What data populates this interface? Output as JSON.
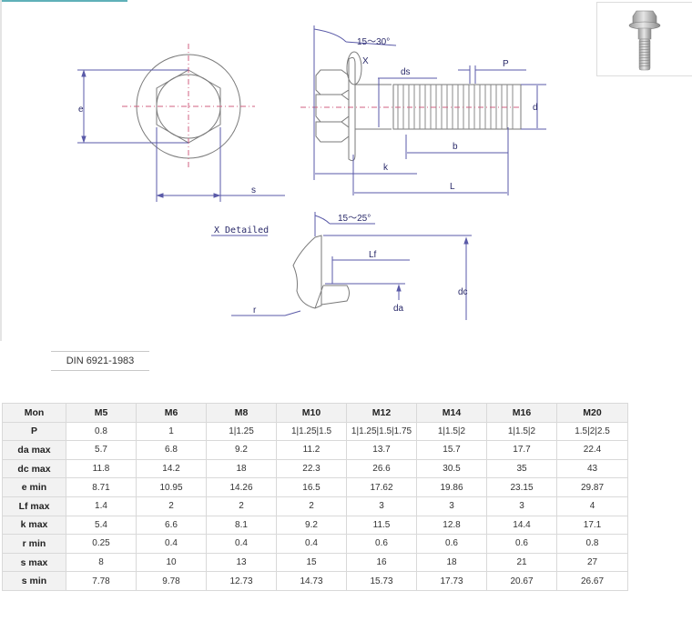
{
  "drawing": {
    "front_view_labels": {
      "e": "e",
      "s": "s"
    },
    "side_view_labels": {
      "angle": "15～30°",
      "x_marker": "X",
      "ds": "ds",
      "P": "P",
      "d": "d",
      "b": "b",
      "k": "k",
      "L": "L"
    },
    "detail_view_labels": {
      "title": "X Detailed",
      "angle": "15～25°",
      "Lf": "Lf",
      "dc": "dc",
      "da": "da",
      "r": "r"
    },
    "colors": {
      "line": "#7a7a7a",
      "dimension": "#5a5aa8",
      "centerline": "#d06080"
    }
  },
  "thumbnail": {
    "icon": "flange-bolt-icon"
  },
  "caption": "DIN 6921-1983",
  "table": {
    "headers": [
      "Mon",
      "M5",
      "M6",
      "M8",
      "M10",
      "M12",
      "M14",
      "M16",
      "M20"
    ],
    "rows": [
      {
        "label": "P",
        "values": [
          "0.8",
          "1",
          "1|1.25",
          "1|1.25|1.5",
          "1|1.25|1.5|1.75",
          "1|1.5|2",
          "1|1.5|2",
          "1.5|2|2.5"
        ]
      },
      {
        "label": "da max",
        "values": [
          "5.7",
          "6.8",
          "9.2",
          "11.2",
          "13.7",
          "15.7",
          "17.7",
          "22.4"
        ]
      },
      {
        "label": "dc max",
        "values": [
          "11.8",
          "14.2",
          "18",
          "22.3",
          "26.6",
          "30.5",
          "35",
          "43"
        ]
      },
      {
        "label": "e min",
        "values": [
          "8.71",
          "10.95",
          "14.26",
          "16.5",
          "17.62",
          "19.86",
          "23.15",
          "29.87"
        ]
      },
      {
        "label": "Lf max",
        "values": [
          "1.4",
          "2",
          "2",
          "2",
          "3",
          "3",
          "3",
          "4"
        ]
      },
      {
        "label": "k max",
        "values": [
          "5.4",
          "6.6",
          "8.1",
          "9.2",
          "11.5",
          "12.8",
          "14.4",
          "17.1"
        ]
      },
      {
        "label": "r min",
        "values": [
          "0.25",
          "0.4",
          "0.4",
          "0.4",
          "0.6",
          "0.6",
          "0.6",
          "0.8"
        ]
      },
      {
        "label": "s max",
        "values": [
          "8",
          "10",
          "13",
          "15",
          "16",
          "18",
          "21",
          "27"
        ]
      },
      {
        "label": "s min",
        "values": [
          "7.78",
          "9.78",
          "12.73",
          "14.73",
          "15.73",
          "17.73",
          "20.67",
          "26.67"
        ]
      }
    ]
  }
}
